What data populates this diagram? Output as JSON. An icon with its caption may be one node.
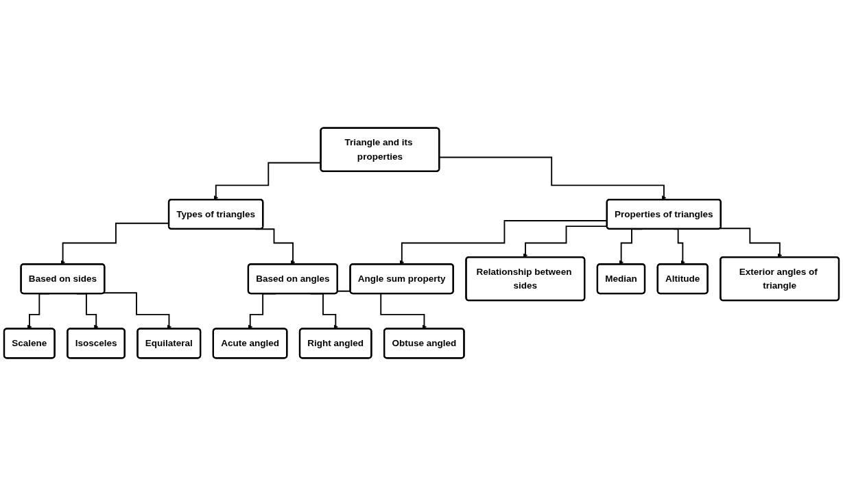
{
  "diagram": {
    "nodes": [
      {
        "text": [
          "Triangle and its properties"
        ]
      },
      {
        "text": [
          "Types of triangles"
        ]
      },
      {
        "text": [
          "Properties of triangles"
        ]
      },
      {
        "text": [
          "Based on sides"
        ]
      },
      {
        "text": [
          "Based on angles"
        ]
      },
      {
        "text": [
          "Scalene"
        ]
      },
      {
        "text": [
          "Isosceles"
        ]
      },
      {
        "text": [
          "Equilateral"
        ]
      },
      {
        "text": [
          "Acute angled"
        ]
      },
      {
        "text": [
          "Right angled"
        ]
      },
      {
        "text": [
          "Obtuse angled"
        ]
      },
      {
        "text": [
          "Angle sum property"
        ]
      },
      {
        "text": [
          "Relationship between sides"
        ]
      },
      {
        "text": [
          "Median"
        ]
      },
      {
        "text": [
          "Altitude"
        ]
      },
      {
        "text": [
          "Exterior angles of triangle"
        ]
      }
    ],
    "edges": [
      {
        "from": 0,
        "to": 1,
        "arrow": "to"
      },
      {
        "from": 0,
        "to": 2,
        "arrow": "to"
      },
      {
        "from": 1,
        "to": 3,
        "arrow": "to"
      },
      {
        "from": 1,
        "to": 4,
        "arrow": "to"
      },
      {
        "from": 3,
        "to": 5,
        "arrow": "to"
      },
      {
        "from": 3,
        "to": 6,
        "arrow": "to"
      },
      {
        "from": 3,
        "to": 7,
        "arrow": "to"
      },
      {
        "from": 4,
        "to": 8,
        "arrow": "to"
      },
      {
        "from": 4,
        "to": 9,
        "arrow": "to"
      },
      {
        "from": 4,
        "to": 10,
        "arrow": "to"
      },
      {
        "from": 2,
        "to": 11,
        "arrow": "to"
      },
      {
        "from": 2,
        "to": 12,
        "arrow": "to"
      },
      {
        "from": 2,
        "to": 13,
        "arrow": "to"
      },
      {
        "from": 2,
        "to": 14,
        "arrow": "to"
      },
      {
        "from": 2,
        "to": 15,
        "arrow": "to"
      }
    ]
  }
}
